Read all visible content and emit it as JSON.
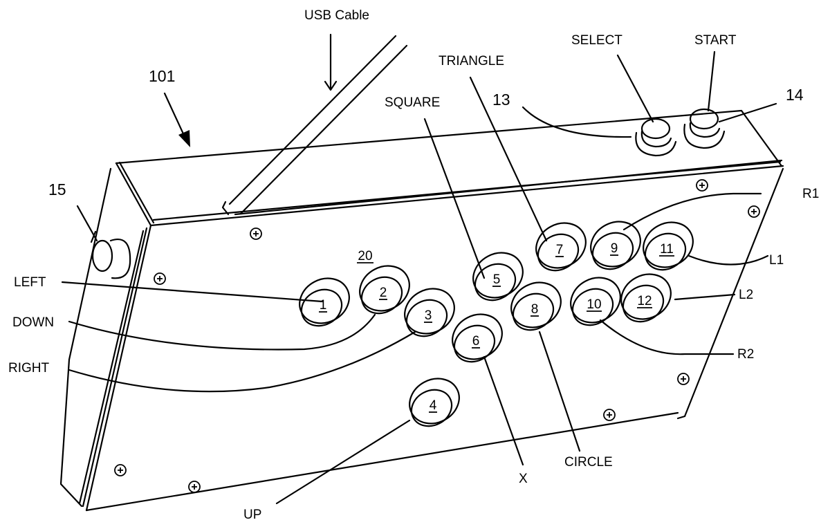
{
  "figure": {
    "reference_numerals": {
      "device": "101",
      "top_panel": "20",
      "select_ref": "13",
      "start_ref": "14",
      "side_button_ref": "15"
    },
    "callouts": {
      "usb_cable": "USB Cable",
      "select": "SELECT",
      "start": "START",
      "triangle": "TRIANGLE",
      "square": "SQUARE",
      "left": "LEFT",
      "down": "DOWN",
      "right": "RIGHT",
      "up": "UP",
      "x": "X",
      "circle": "CIRCLE",
      "r1": "R1",
      "l1": "L1",
      "l2": "L2",
      "r2": "R2"
    },
    "buttons": [
      {
        "id": "1",
        "function": "LEFT"
      },
      {
        "id": "2",
        "function": "DOWN"
      },
      {
        "id": "3",
        "function": "RIGHT"
      },
      {
        "id": "4",
        "function": "UP"
      },
      {
        "id": "5",
        "function": "SQUARE"
      },
      {
        "id": "6",
        "function": "X"
      },
      {
        "id": "7",
        "function": "TRIANGLE"
      },
      {
        "id": "8",
        "function": "CIRCLE"
      },
      {
        "id": "9",
        "function": "R1"
      },
      {
        "id": "10",
        "function": "R2"
      },
      {
        "id": "11",
        "function": "L1"
      },
      {
        "id": "12",
        "function": "L2"
      }
    ],
    "colors": {
      "line": "#000000",
      "background": "#ffffff"
    }
  }
}
